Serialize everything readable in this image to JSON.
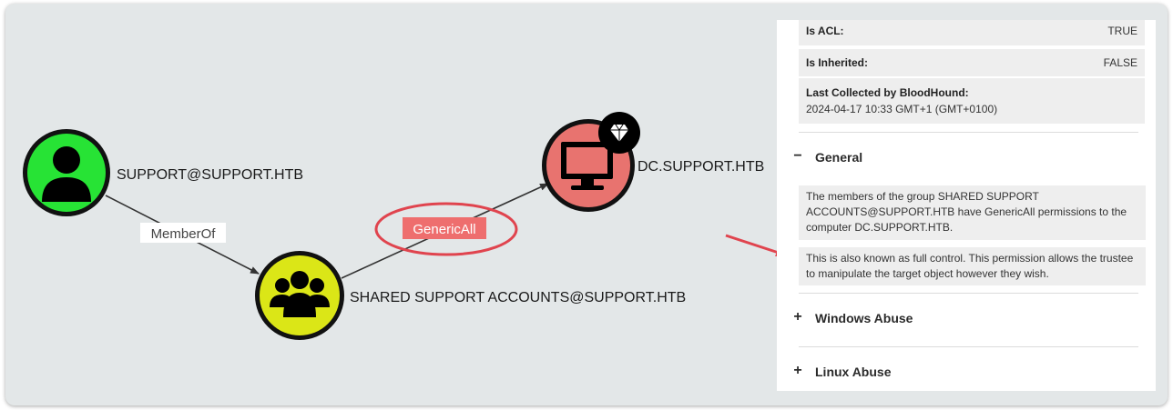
{
  "graph": {
    "nodes": [
      {
        "id": "user",
        "label": "SUPPORT@SUPPORT.HTB",
        "kind": "user",
        "color": "#27e335",
        "icon": "user-icon"
      },
      {
        "id": "group",
        "label": "SHARED SUPPORT ACCOUNTS@SUPPORT.HTB",
        "kind": "group",
        "color": "#dbe617",
        "icon": "group-icon"
      },
      {
        "id": "computer",
        "label": "DC.SUPPORT.HTB",
        "kind": "computer",
        "color": "#e8736f",
        "icon": "computer-icon",
        "badge_icon": "diamond-icon"
      }
    ],
    "edges": [
      {
        "from": "user",
        "to": "group",
        "label": "MemberOf"
      },
      {
        "from": "group",
        "to": "computer",
        "label": "GenericAll",
        "highlighted": true,
        "label_bg": "#ee6e6e",
        "highlight_color": "#e0444e"
      }
    ]
  },
  "panel": {
    "properties": [
      {
        "key": "Is ACL:",
        "value": "TRUE"
      },
      {
        "key": "Is Inherited:",
        "value": "FALSE"
      },
      {
        "key": "Last Collected by BloodHound:",
        "value": "2024-04-17 10:33 GMT+1 (GMT+0100)"
      }
    ],
    "sections": {
      "general": {
        "toggle": "−",
        "title": "General",
        "paragraphs": [
          "The members of the group SHARED SUPPORT ACCOUNTS@SUPPORT.HTB have GenericAll permissions to the computer DC.SUPPORT.HTB.",
          "This is also known as full control. This permission allows the trustee to manipulate the target object however they wish."
        ]
      },
      "windows_abuse": {
        "toggle": "+",
        "title": "Windows Abuse"
      },
      "linux_abuse": {
        "toggle": "+",
        "title": "Linux Abuse"
      }
    }
  },
  "annotation_color": "#e0444e"
}
